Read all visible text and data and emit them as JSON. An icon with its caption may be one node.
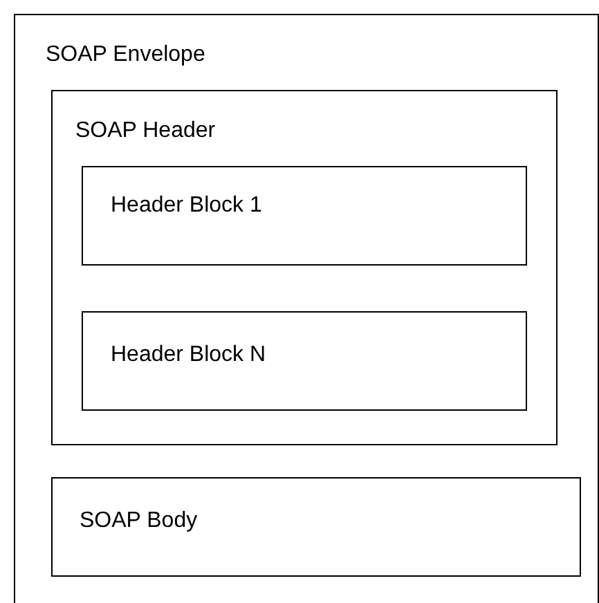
{
  "diagram": {
    "nodes": [
      {
        "text": [
          "SOAP Envelope"
        ]
      },
      {
        "text": [
          "SOAP Header"
        ],
        "in": 0
      },
      {
        "text": [
          "Header Block 1"
        ],
        "in": 1
      },
      {
        "text": [
          "Header Block N"
        ],
        "in": 1
      },
      {
        "text": [
          "SOAP Body"
        ],
        "in": 0
      }
    ]
  }
}
